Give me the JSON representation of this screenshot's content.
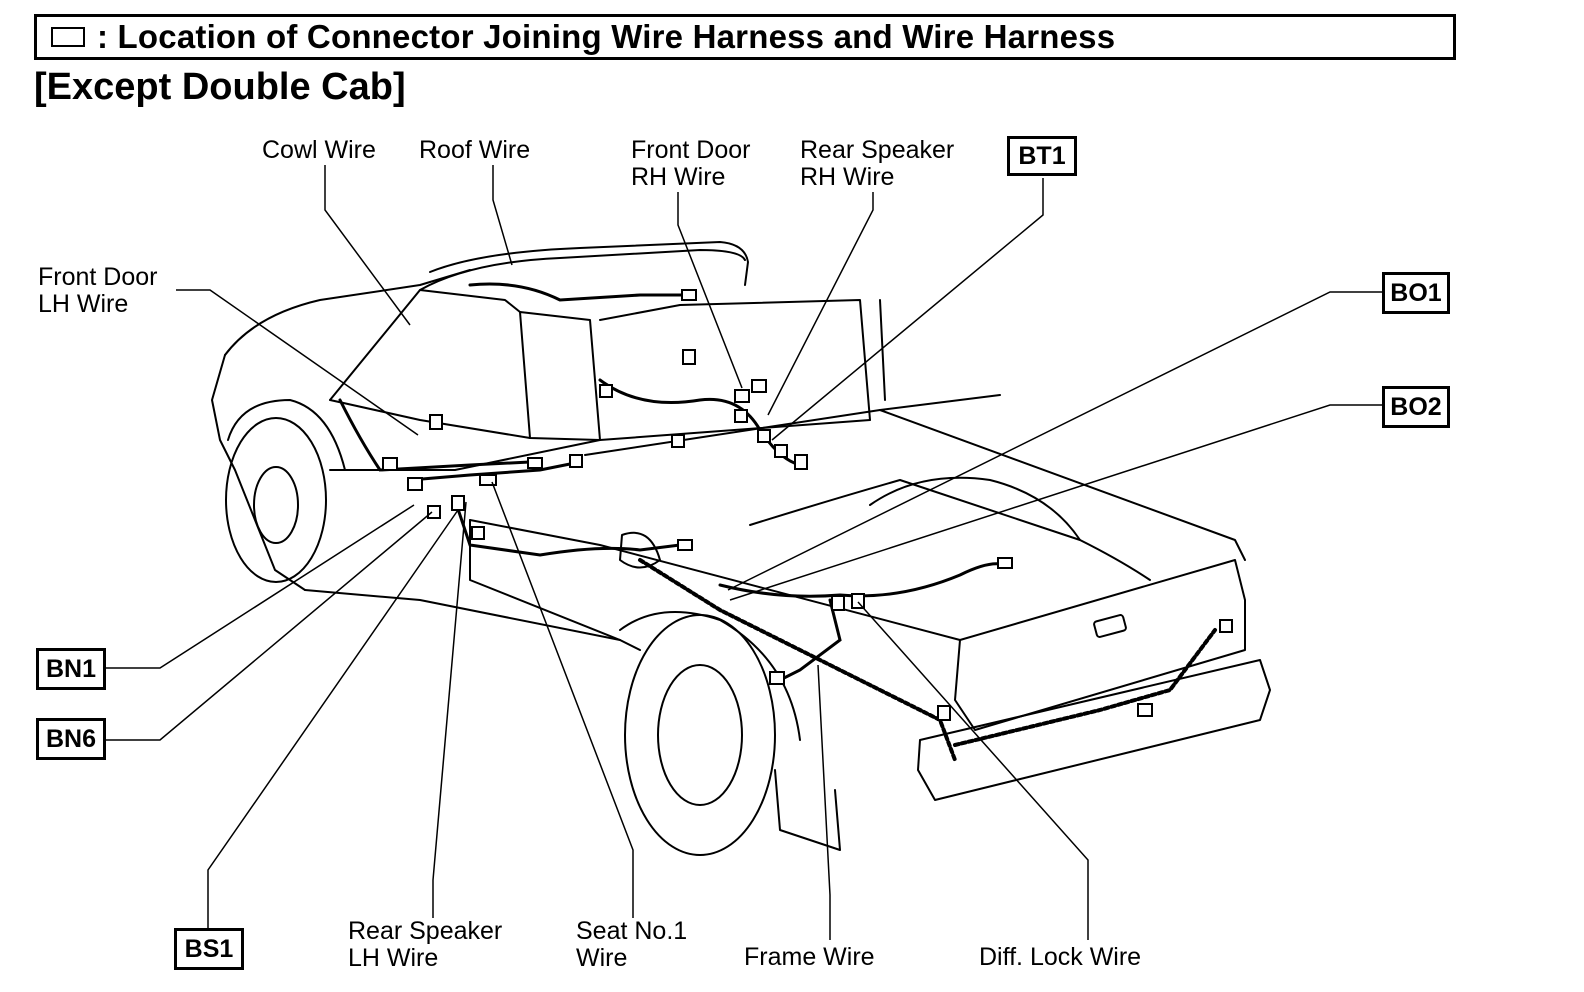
{
  "header": {
    "title": ": Location of Connector Joining Wire Harness and Wire Harness",
    "icon": "connector-box-icon"
  },
  "subtitle": "[Except Double Cab]",
  "wire_labels": {
    "cowl_wire": "Cowl Wire",
    "roof_wire": "Roof Wire",
    "front_door_rh_line1": "Front Door",
    "front_door_rh_line2": "RH Wire",
    "rear_speaker_rh_line1": "Rear Speaker",
    "rear_speaker_rh_line2": "RH Wire",
    "front_door_lh_line1": "Front Door",
    "front_door_lh_line2": "LH Wire",
    "rear_speaker_lh_line1": "Rear Speaker",
    "rear_speaker_lh_line2": "LH Wire",
    "seat_no1_line1": "Seat No.1",
    "seat_no1_line2": "Wire",
    "frame_wire": "Frame Wire",
    "diff_lock_wire": "Diff. Lock Wire"
  },
  "connector_codes": {
    "bt1": "BT1",
    "bo1": "BO1",
    "bo2": "BO2",
    "bn1": "BN1",
    "bn6": "BN6",
    "bs1": "BS1"
  }
}
